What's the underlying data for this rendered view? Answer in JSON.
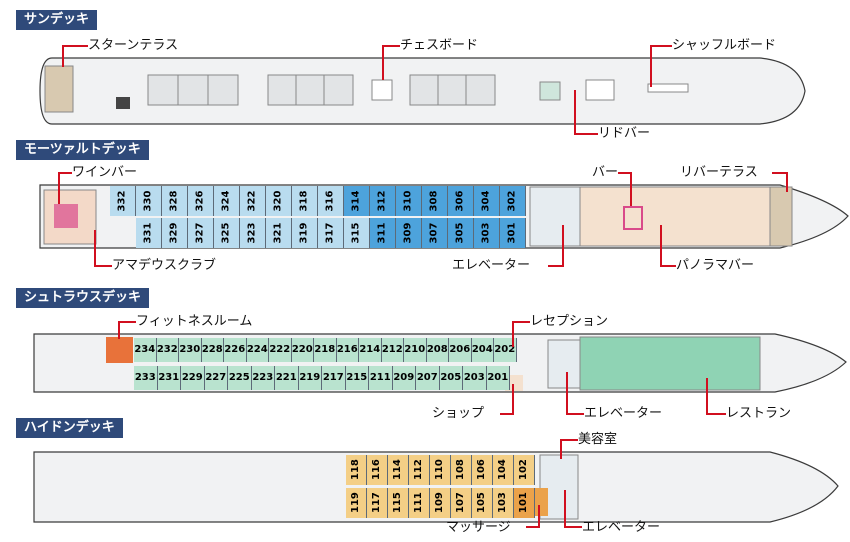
{
  "decks": {
    "sun": {
      "title": "サンデッキ",
      "labels": {
        "star_terrace": "スターンテラス",
        "chess": "チェスボード",
        "shuffle": "シャッフルボード",
        "lido": "リドバー"
      }
    },
    "mozart": {
      "title": "モーツァルトデッキ",
      "labels": {
        "wine": "ワインバー",
        "bar": "バー",
        "river_terrace": "リバーテラス",
        "amadeus": "アマデウスクラブ",
        "elevator": "エレベーター",
        "panorama": "パノラマバー"
      },
      "top": [
        "332",
        "330",
        "328",
        "326",
        "324",
        "322",
        "320",
        "318",
        "316",
        "314",
        "312",
        "310",
        "308",
        "306",
        "304",
        "302"
      ],
      "bottom": [
        "331",
        "329",
        "327",
        "325",
        "323",
        "321",
        "319",
        "317",
        "315",
        "311",
        "309",
        "307",
        "305",
        "303",
        "301"
      ]
    },
    "strauss": {
      "title": "シュトラウスデッキ",
      "labels": {
        "fitness": "フィットネスルーム",
        "reception": "レセプション",
        "shop": "ショップ",
        "elevator": "エレベーター",
        "restaurant": "レストラン"
      },
      "top": [
        "234",
        "232",
        "230",
        "228",
        "226",
        "224",
        "222",
        "220",
        "218",
        "216",
        "214",
        "212",
        "210",
        "208",
        "206",
        "204",
        "202"
      ],
      "bottom": [
        "233",
        "231",
        "229",
        "227",
        "225",
        "223",
        "221",
        "219",
        "217",
        "215",
        "211",
        "209",
        "207",
        "205",
        "203",
        "201"
      ]
    },
    "haydn": {
      "title": "ハイドンデッキ",
      "labels": {
        "beauty": "美容室",
        "massage": "マッサージ",
        "elevator": "エレベーター"
      },
      "top": [
        "118",
        "116",
        "114",
        "112",
        "110",
        "108",
        "106",
        "104",
        "102"
      ],
      "bottom": [
        "119",
        "117",
        "115",
        "111",
        "109",
        "107",
        "105",
        "103",
        "101"
      ]
    }
  }
}
